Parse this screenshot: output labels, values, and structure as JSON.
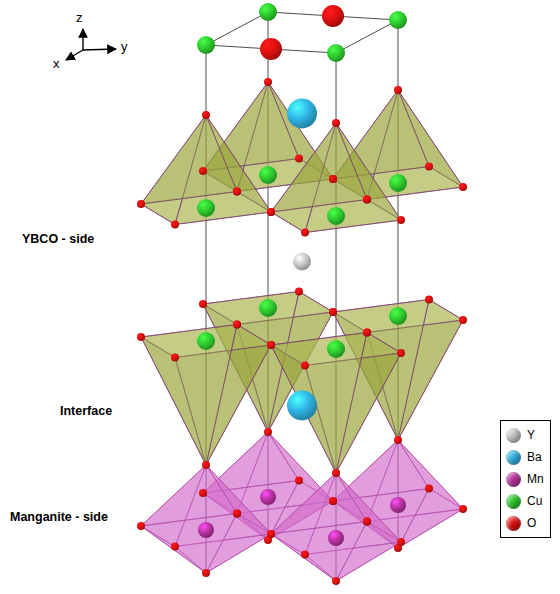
{
  "diagram": {
    "labels": [
      "z",
      "x",
      "y",
      "YBCO - side",
      "Interface",
      "Manganite - side"
    ],
    "legend": [
      {
        "text": "Y",
        "color": "#c8c8c8"
      },
      {
        "text": "Ba",
        "color": "#30b4e6"
      },
      {
        "text": "Mn",
        "color": "#b8329f"
      },
      {
        "text": "Cu",
        "color": "#2ecc2e"
      },
      {
        "text": "O",
        "color": "#e01010"
      }
    ]
  }
}
